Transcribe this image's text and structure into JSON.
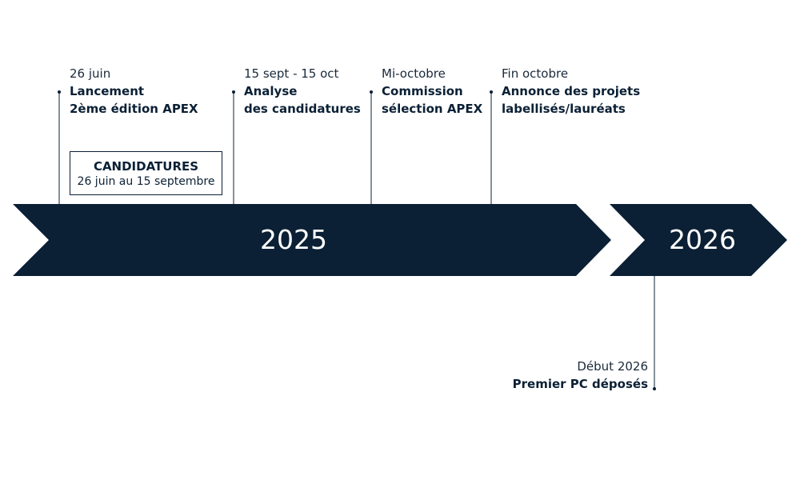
{
  "timeline": {
    "years": [
      {
        "label": "2025"
      },
      {
        "label": "2026"
      }
    ],
    "milestones": [
      {
        "date": "26 juin",
        "title_line1": "Lancement",
        "title_line2": "2ème édition APEX"
      },
      {
        "date": "15 sept - 15 oct",
        "title_line1": "Analyse",
        "title_line2": "des candidatures"
      },
      {
        "date": "Mi-octobre",
        "title_line1": "Commission",
        "title_line2": "sélection APEX"
      },
      {
        "date": "Fin octobre",
        "title_line1": "Annonce des projets",
        "title_line2": "labellisés/lauréats"
      },
      {
        "date": "Début 2026",
        "title_line1": "Premier PC déposés"
      }
    ],
    "callout": {
      "title": "CANDIDATURES",
      "subtitle": "26 juin au 15 septembre"
    },
    "colors": {
      "arrow": "#0b2035",
      "text": "#0b2035",
      "background": "#ffffff"
    }
  }
}
